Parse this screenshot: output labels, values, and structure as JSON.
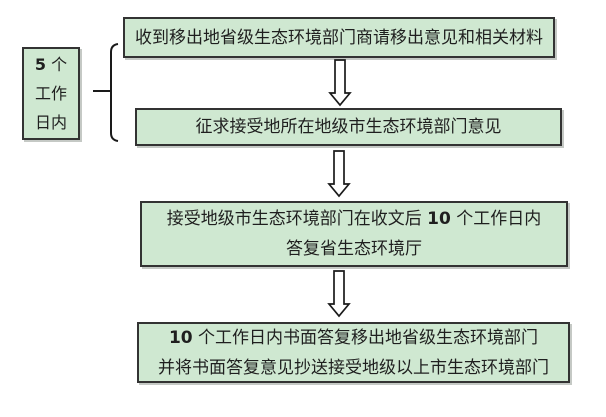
{
  "colors": {
    "background": "#ffffff",
    "box_fill": "#cfe8d1",
    "box_border": "#333333",
    "text": "#1f1f1f",
    "line": "#1a1a1a"
  },
  "flowchart": {
    "side_box": {
      "lines": [
        "5 个",
        "工作",
        "日内"
      ]
    },
    "steps": [
      {
        "lines": [
          "收到移出地省级生态环境部门商请移出意见和相关材料"
        ]
      },
      {
        "lines": [
          "征求接受地所在地级市生态环境部门意见"
        ]
      },
      {
        "lines": [
          "接受地级市生态环境部门在收文后 10 个工作日内",
          "答复省生态环境厅"
        ]
      },
      {
        "lines": [
          "10 个工作日内书面答复移出地省级生态环境部门",
          "并将书面答复意见抄送接受地级以上市生态环境部门"
        ]
      }
    ],
    "icons": {
      "brace": "left-brace-icon",
      "arrow": "down-arrow-icon"
    }
  }
}
